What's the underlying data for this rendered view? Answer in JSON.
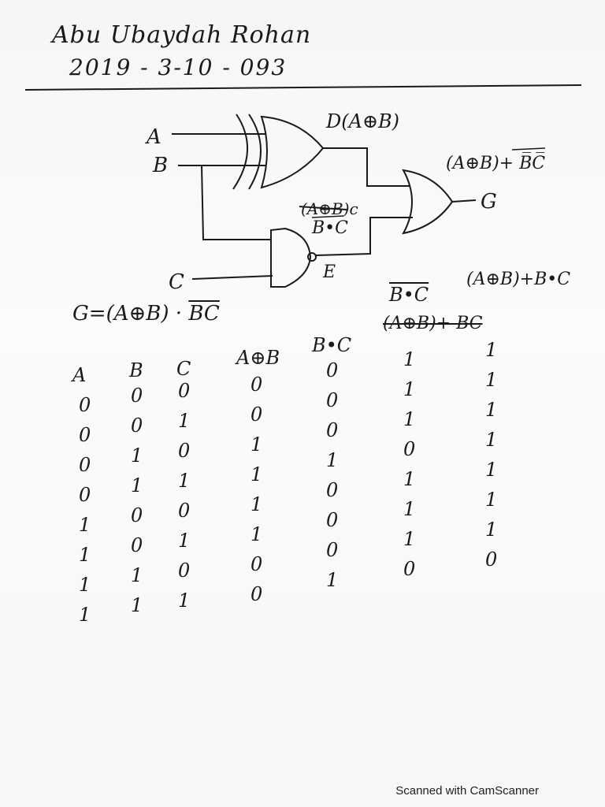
{
  "header": {
    "name": "Abu Ubaydah Rohan",
    "id": "2019 - 3-10 - 093"
  },
  "circuit": {
    "inputs": [
      "A",
      "B",
      "C"
    ],
    "xor_label": "D(A⊕B)",
    "or_label": "(A⊕B)+ B̅C̅",
    "output_label": "G",
    "nand_label": "B•C",
    "nand_out_label": "E"
  },
  "equation": {
    "lhs": "G=",
    "rhs_main": "(A⊕B) · ",
    "rhs_bar": "BC"
  },
  "table": {
    "headers": {
      "a": "A",
      "b": "B",
      "c": "C",
      "xor": "A⊕B",
      "bc": "B•C",
      "nbc": "B•C",
      "out_top": "(A⊕B)+B•C",
      "out_struck": "(A⊕B)+ BC"
    },
    "rows": [
      {
        "a": "0",
        "b": "0",
        "c": "0",
        "xor": "0",
        "bc": "0",
        "nbc": "1",
        "out": "1"
      },
      {
        "a": "0",
        "b": "0",
        "c": "1",
        "xor": "0",
        "bc": "0",
        "nbc": "1",
        "out": "1"
      },
      {
        "a": "0",
        "b": "1",
        "c": "0",
        "xor": "1",
        "bc": "0",
        "nbc": "1",
        "out": "1"
      },
      {
        "a": "0",
        "b": "1",
        "c": "1",
        "xor": "1",
        "bc": "1",
        "nbc": "0",
        "out": "1"
      },
      {
        "a": "1",
        "b": "0",
        "c": "0",
        "xor": "1",
        "bc": "0",
        "nbc": "1",
        "out": "1"
      },
      {
        "a": "1",
        "b": "0",
        "c": "1",
        "xor": "1",
        "bc": "0",
        "nbc": "1",
        "out": "1"
      },
      {
        "a": "1",
        "b": "1",
        "c": "0",
        "xor": "0",
        "bc": "0",
        "nbc": "1",
        "out": "1"
      },
      {
        "a": "1",
        "b": "1",
        "c": "1",
        "xor": "0",
        "bc": "1",
        "nbc": "0",
        "out": "0"
      }
    ]
  },
  "footer": {
    "text": "Scanned with CamScanner"
  }
}
